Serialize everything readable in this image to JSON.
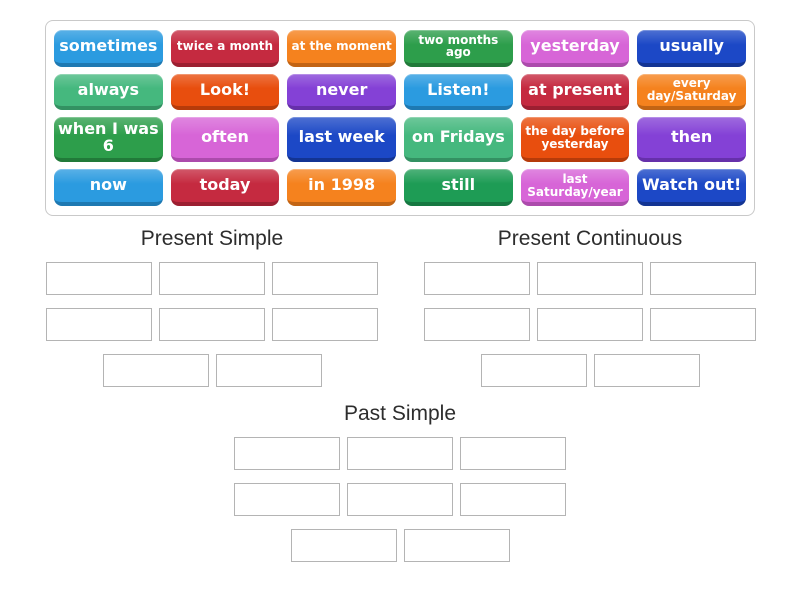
{
  "palette": {
    "blue": {
      "bg": "#2B9BE0",
      "edge": "#1E79B2"
    },
    "crimson": {
      "bg": "#C52A40",
      "edge": "#9C1F31"
    },
    "orange": {
      "bg": "#F5821E",
      "edge": "#C26414"
    },
    "green": {
      "bg": "#2D9E4B",
      "edge": "#217A39"
    },
    "orchid": {
      "bg": "#D765D7",
      "edge": "#AC4BAC"
    },
    "royal": {
      "bg": "#1C48C6",
      "edge": "#133493"
    },
    "mint": {
      "bg": "#45B87E",
      "edge": "#339162"
    },
    "orangered": {
      "bg": "#E84E0E",
      "edge": "#B63B0A"
    },
    "purple": {
      "bg": "#8441D6",
      "edge": "#6630AA"
    },
    "emerald": {
      "bg": "#1E9C55",
      "edge": "#167841"
    }
  },
  "tray": {
    "tiles": [
      {
        "label": "sometimes",
        "color": "blue"
      },
      {
        "label": "twice a month",
        "color": "crimson"
      },
      {
        "label": "at the moment",
        "color": "orange"
      },
      {
        "label": "two months ago",
        "color": "green"
      },
      {
        "label": "yesterday",
        "color": "orchid"
      },
      {
        "label": "usually",
        "color": "royal"
      },
      {
        "label": "always",
        "color": "mint"
      },
      {
        "label": "Look!",
        "color": "orangered"
      },
      {
        "label": "never",
        "color": "purple"
      },
      {
        "label": "Listen!",
        "color": "blue"
      },
      {
        "label": "at present",
        "color": "crimson"
      },
      {
        "label": "every day/Saturday",
        "color": "orange"
      },
      {
        "label": "when I was 6",
        "color": "green"
      },
      {
        "label": "often",
        "color": "orchid"
      },
      {
        "label": "last week",
        "color": "royal"
      },
      {
        "label": "on Fridays",
        "color": "mint"
      },
      {
        "label": "the day before yesterday",
        "color": "orangered"
      },
      {
        "label": "then",
        "color": "purple"
      },
      {
        "label": "now",
        "color": "blue"
      },
      {
        "label": "today",
        "color": "crimson"
      },
      {
        "label": "in 1998",
        "color": "orange"
      },
      {
        "label": "still",
        "color": "emerald"
      },
      {
        "label": "last Saturday/year",
        "color": "orchid"
      },
      {
        "label": "Watch out!",
        "color": "royal"
      }
    ]
  },
  "groups": [
    {
      "title": "Present Simple",
      "slot_count": 8
    },
    {
      "title": "Present Continuous",
      "slot_count": 8
    },
    {
      "title": "Past Simple",
      "slot_count": 8
    }
  ]
}
